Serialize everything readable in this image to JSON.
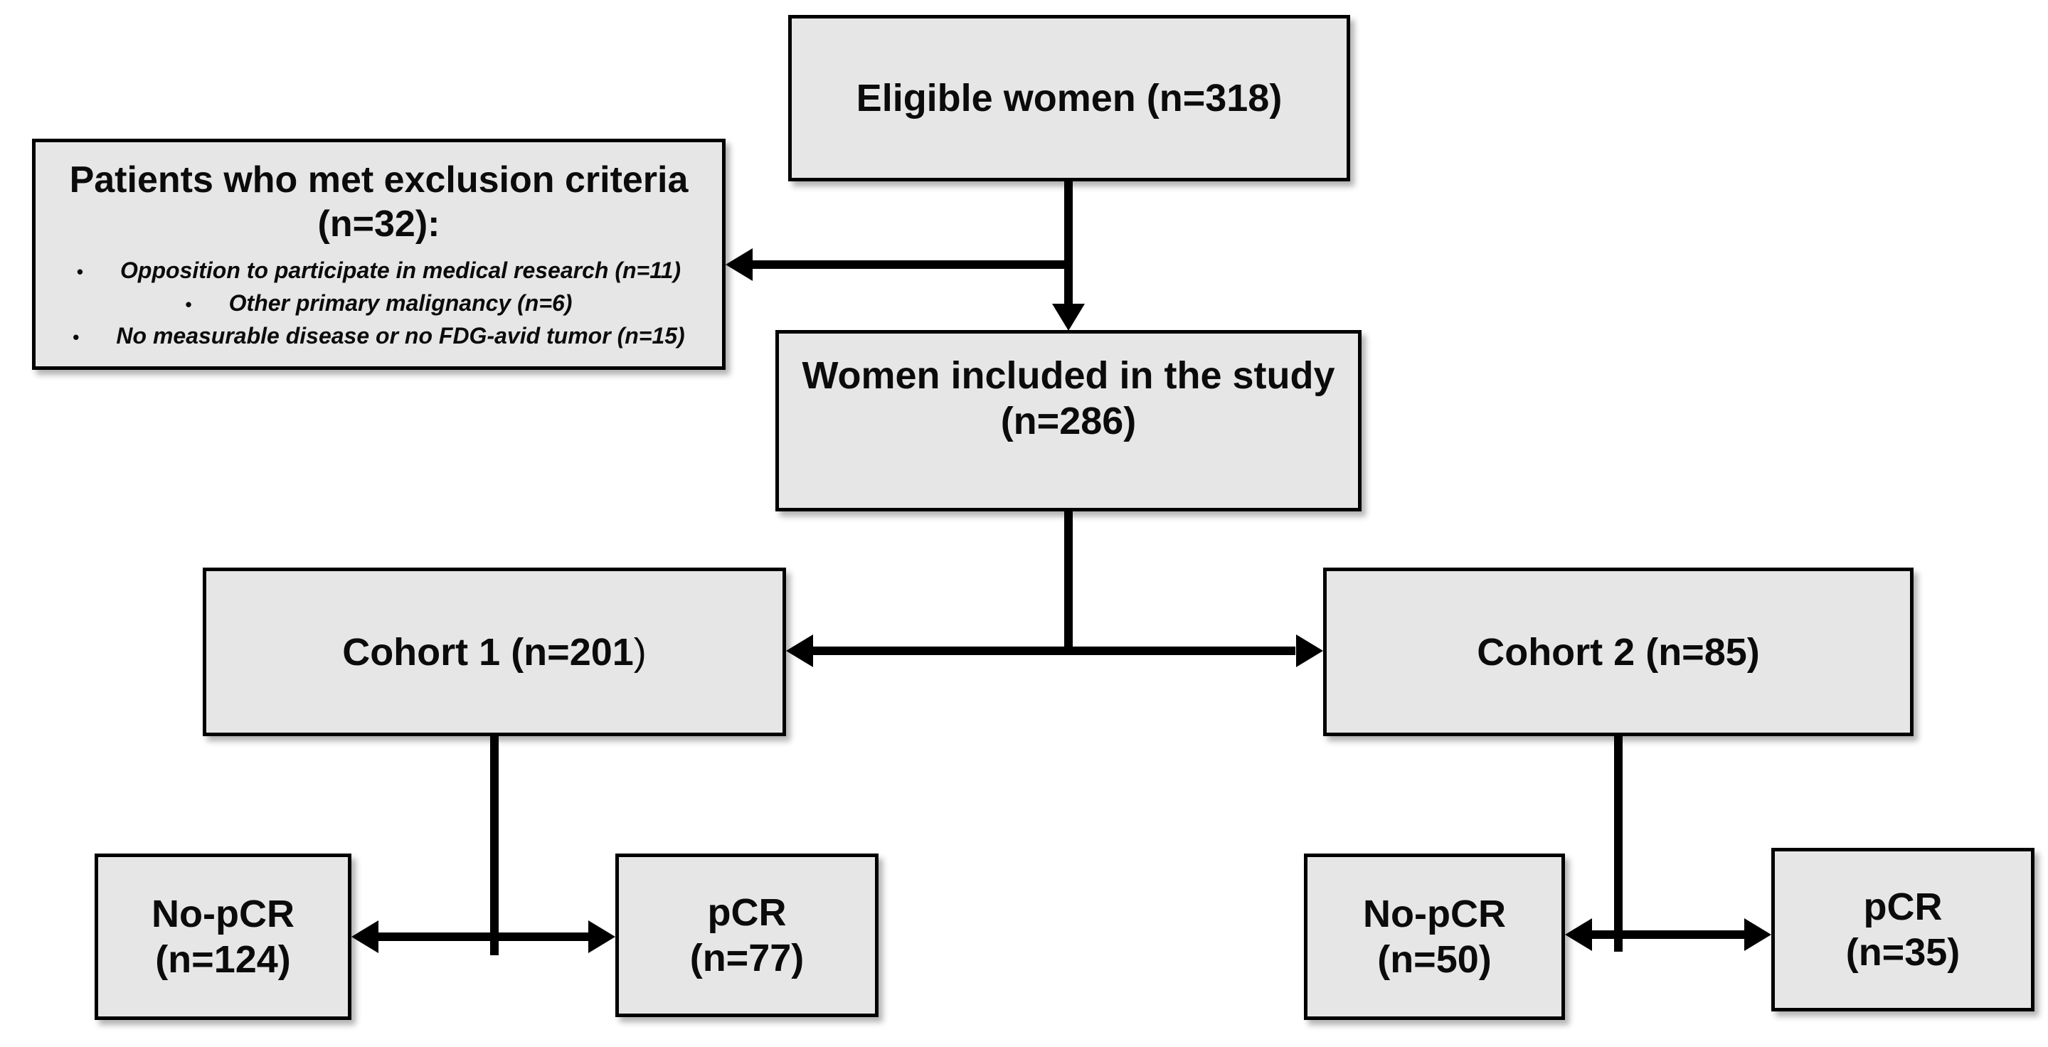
{
  "colors": {
    "background": "#ffffff",
    "box_fill": "#e7e6e6",
    "box_border": "#000000",
    "connector": "#000000",
    "text": "#0b0b0b"
  },
  "bullet_char": "•",
  "flowchart": {
    "eligible": {
      "label": "Eligible women (n=318)"
    },
    "excluded": {
      "title": "Patients who met exclusion criteria",
      "count": "(n=32):",
      "bullets": [
        "Opposition to participate in medical research (n=11)",
        "Other primary malignancy (n=6)",
        "No measurable disease or no FDG-avid tumor (n=15)"
      ]
    },
    "included": {
      "line1": "Women included in the study",
      "line2": "(n=286)"
    },
    "cohort1": {
      "label": "Cohort 1 (n=201",
      "suffix": ")"
    },
    "cohort2": {
      "label": "Cohort 2 (n=85)"
    },
    "cohort1_no_pcr": {
      "line1": "No-pCR",
      "line2": "(n=124)"
    },
    "cohort1_pcr": {
      "line1": "pCR",
      "line2": "(n=77)"
    },
    "cohort2_no_pcr": {
      "line1": "No-pCR",
      "line2": "(n=50)"
    },
    "cohort2_pcr": {
      "line1": "pCR",
      "line2": "(n=35)"
    }
  }
}
